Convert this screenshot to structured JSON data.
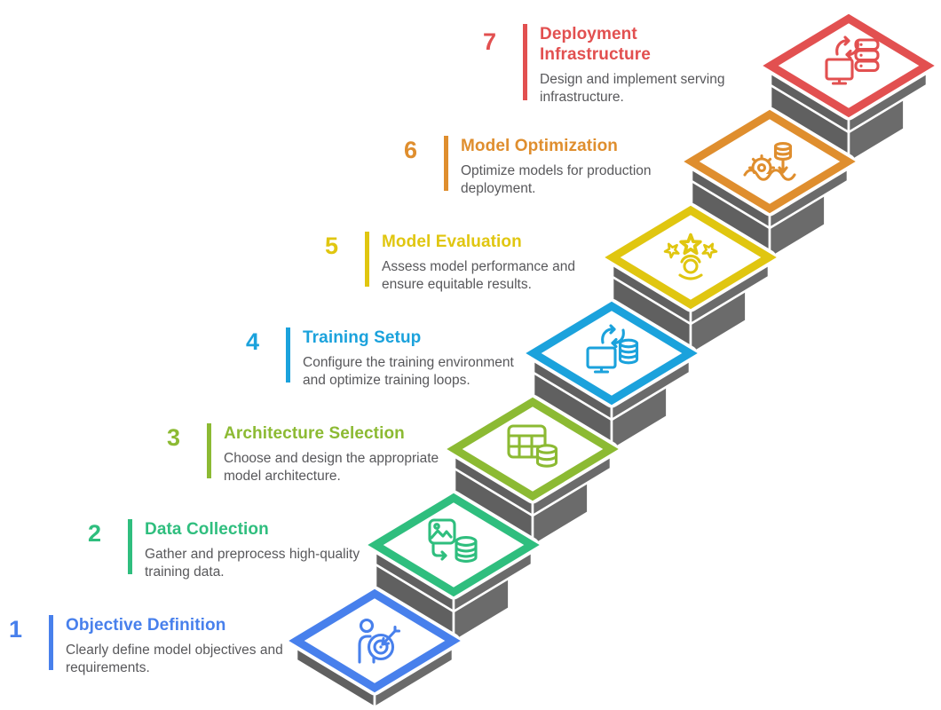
{
  "diagram_title": "",
  "colors": {
    "background": "#ffffff",
    "block_left_face": "#606060",
    "block_right_face": "#6b6b6b",
    "outline": "#ffffff",
    "description_text": "#58585b"
  },
  "steps": [
    {
      "number": "1",
      "title_lines": [
        "Objective Definition"
      ],
      "desc_lines": [
        "Clearly define model objectives and",
        "requirements."
      ],
      "color": "#4880EC",
      "icon": "person-target-icon"
    },
    {
      "number": "2",
      "title_lines": [
        "Data Collection"
      ],
      "desc_lines": [
        "Gather and preprocess high-quality",
        "training data."
      ],
      "color": "#2FBE7E",
      "icon": "image-to-database-icon"
    },
    {
      "number": "3",
      "title_lines": [
        "Architecture Selection"
      ],
      "desc_lines": [
        "Choose and design the appropriate",
        "model architecture."
      ],
      "color": "#8CBA33",
      "icon": "table-database-icon"
    },
    {
      "number": "4",
      "title_lines": [
        "Training Setup"
      ],
      "desc_lines": [
        "Configure the training environment",
        "and optimize training loops."
      ],
      "color": "#1BA2DC",
      "icon": "monitor-sync-database-icon"
    },
    {
      "number": "5",
      "title_lines": [
        "Model Evaluation"
      ],
      "desc_lines": [
        "Assess model performance and",
        "ensure equitable results."
      ],
      "color": "#E0C610",
      "icon": "stars-person-icon"
    },
    {
      "number": "6",
      "title_lines": [
        "Model Optimization"
      ],
      "desc_lines": [
        "Optimize models for production",
        "deployment."
      ],
      "color": "#DF8E2E",
      "icon": "gear-water-database-icon"
    },
    {
      "number": "7",
      "title_lines": [
        "Deployment",
        "Infrastructure"
      ],
      "desc_lines": [
        "Design and implement serving",
        "infrastructure."
      ],
      "color": "#E25050",
      "icon": "monitor-sync-servers-icon"
    }
  ]
}
